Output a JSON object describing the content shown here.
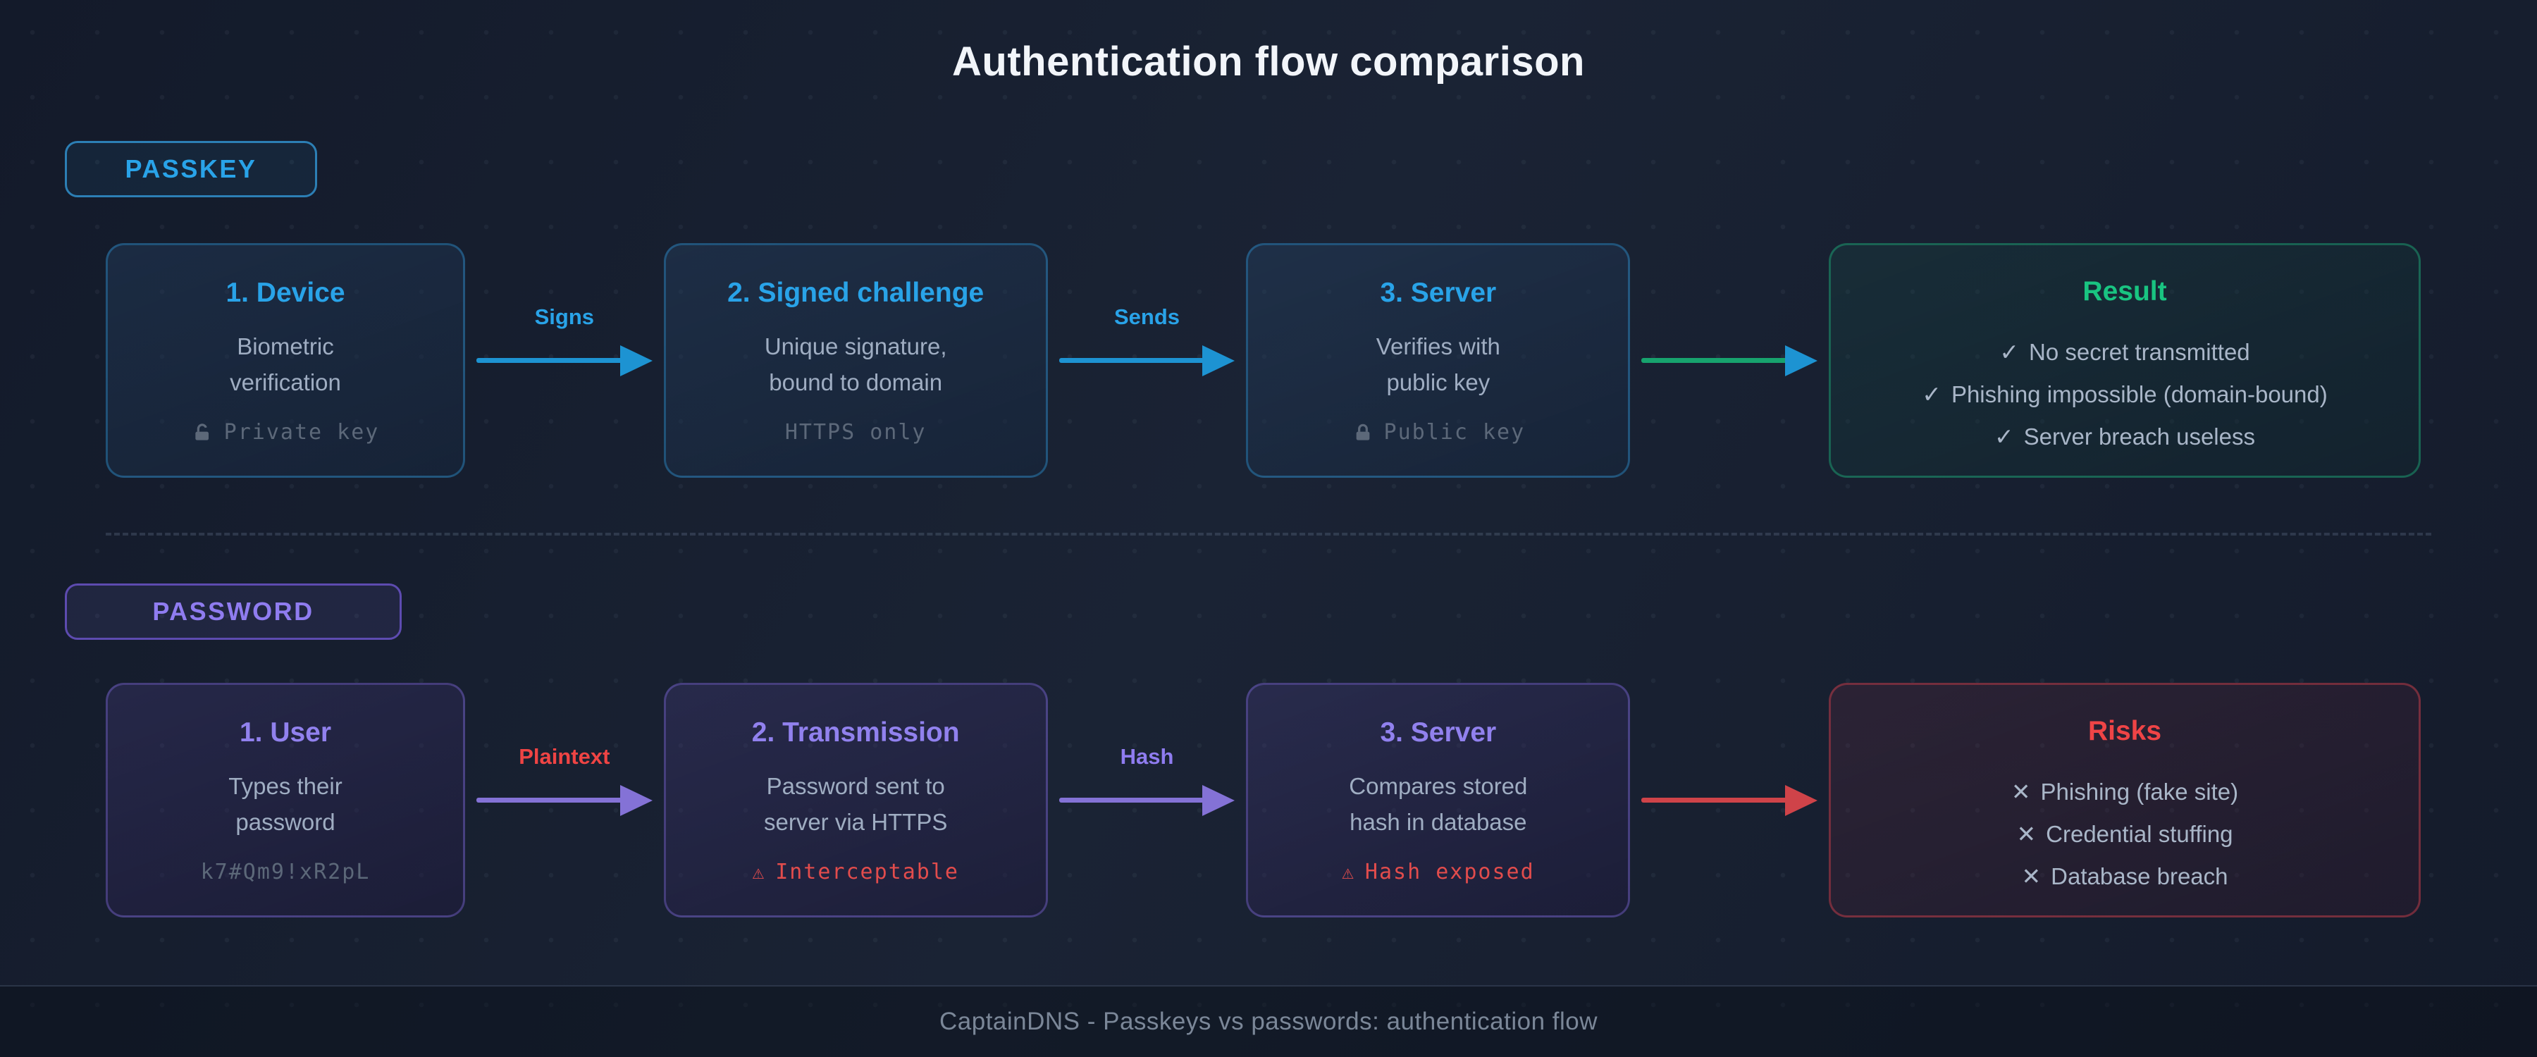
{
  "title": "Authentication flow comparison",
  "colors": {
    "passkey_accent": "#29a3e8",
    "password_accent": "#8f7cf0",
    "success_green": "#19c481",
    "danger_red": "#ef4444",
    "muted_gray": "#5c6879",
    "body_gray": "#9fadc2"
  },
  "icons": {
    "warning": "⚠"
  },
  "passkey_flow": {
    "badge": "PASSKEY",
    "steps": [
      {
        "title": "1. Device",
        "body": "Biometric\nverification",
        "note": "Private key"
      },
      {
        "title": "2. Signed challenge",
        "body": "Unique signature,\nbound to domain",
        "note": "HTTPS only"
      },
      {
        "title": "3. Server",
        "body": "Verifies with\npublic key",
        "note": "Public key"
      }
    ],
    "arrow_labels": [
      "Signs",
      "Sends",
      ""
    ],
    "result": {
      "title": "Result",
      "items": [
        {
          "mark": "✓",
          "text": "No secret transmitted"
        },
        {
          "mark": "✓",
          "text": "Phishing impossible (domain-bound)"
        },
        {
          "mark": "✓",
          "text": "Server breach useless"
        }
      ]
    }
  },
  "password_flow": {
    "badge": "PASSWORD",
    "steps": [
      {
        "title": "1. User",
        "body": "Types their\npassword",
        "note": "k7#Qm9!xR2pL"
      },
      {
        "title": "2. Transmission",
        "body": "Password sent to\nserver via HTTPS",
        "note": "Interceptable"
      },
      {
        "title": "3. Server",
        "body": "Compares stored\nhash in database",
        "note": "Hash exposed"
      }
    ],
    "arrow_labels": [
      "Plaintext",
      "Hash",
      ""
    ],
    "risks": {
      "title": "Risks",
      "items": [
        {
          "mark": "✕",
          "text": "Phishing (fake site)"
        },
        {
          "mark": "✕",
          "text": "Credential stuffing"
        },
        {
          "mark": "✕",
          "text": "Database breach"
        }
      ]
    }
  },
  "footer": {
    "text": "CaptainDNS - Passkeys vs passwords: authentication flow"
  }
}
